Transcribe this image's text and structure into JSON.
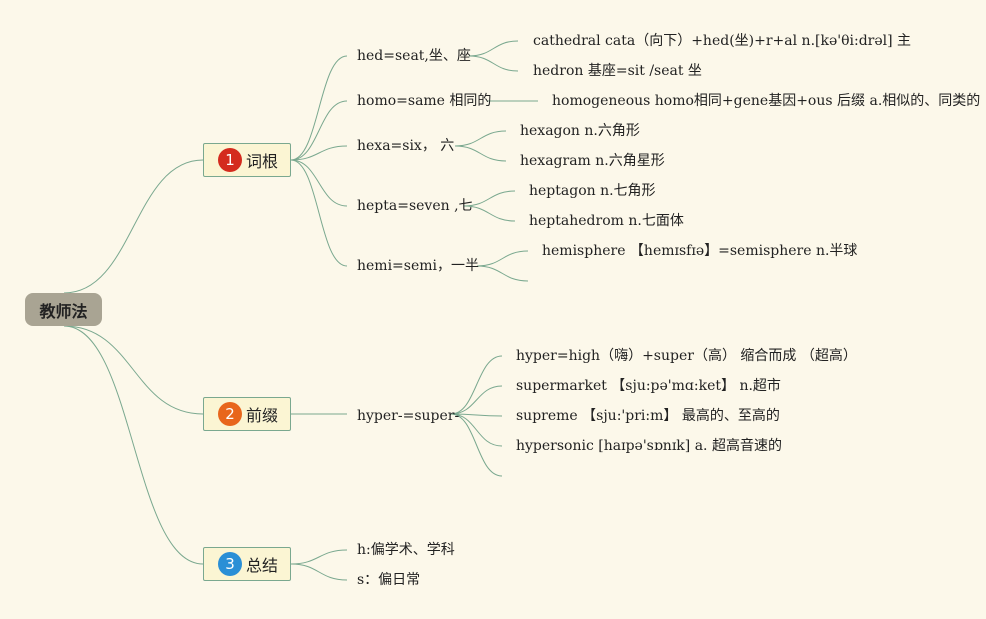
{
  "colors": {
    "background": "#fcf8ea",
    "line": "#7aa88f",
    "root_fill": "#a9a493",
    "branch_fill": "#fbf5d3",
    "badge_1": "#d42b1e",
    "badge_2": "#e8661c",
    "badge_3": "#2a8fd6"
  },
  "root": {
    "label": "教师法"
  },
  "branches": [
    {
      "badge": "1",
      "label": "词根",
      "children": [
        {
          "label": "hed=seat,坐、座",
          "leaves": [
            "cathedral cata（向下）+hed(坐)+r+al n.[kə'θi:drəl] 主",
            "hedron 基座=sit /seat 坐"
          ]
        },
        {
          "label": "homo=same 相同的",
          "leaves": [
            "homogeneous homo相同+gene基因+ous 后缀 a.相似的、同类的"
          ]
        },
        {
          "label": "hexa=six， 六",
          "leaves": [
            "hexagon n.六角形",
            "hexagram n.六角星形"
          ]
        },
        {
          "label": "hepta=seven ,七",
          "leaves": [
            "heptagon n.七角形",
            "heptahedrom n.七面体"
          ]
        },
        {
          "label": "hemi=semi，一半",
          "leaves": [
            "hemisphere 【hemɪsfɪə】=semisphere n.半球",
            ""
          ]
        }
      ]
    },
    {
      "badge": "2",
      "label": "前缀",
      "children": [
        {
          "label": "hyper-=super-",
          "leaves": [
            "hyper=high（嗨）+super（高） 缩合而成 （超高）",
            "supermarket 【sju:pə'mɑ:ket】 n.超市",
            "supreme 【sju:'pri:m】 最高的、至高的",
            "hypersonic [haɪpə'sɒnɪk] a. 超高音速的",
            ""
          ]
        }
      ]
    },
    {
      "badge": "3",
      "label": "总结",
      "children": [
        {
          "label": "h:偏学术、学科",
          "leaves": []
        },
        {
          "label": "s：偏日常",
          "leaves": []
        }
      ]
    }
  ]
}
